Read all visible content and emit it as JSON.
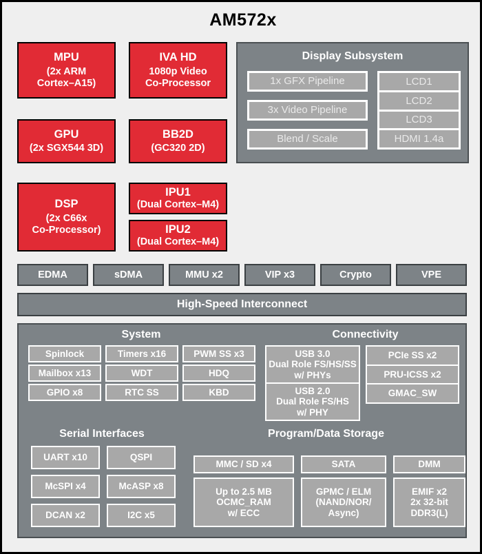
{
  "title": "AM572x",
  "cores": [
    {
      "name": "mpu",
      "title": "MPU",
      "lines": [
        "(2x ARM",
        "Cortex–A15)"
      ]
    },
    {
      "name": "iva-hd",
      "title": "IVA HD",
      "lines": [
        "1080p Video",
        "Co-Processor"
      ]
    },
    {
      "name": "gpu",
      "title": "GPU",
      "lines": [
        "(2x SGX544 3D)"
      ]
    },
    {
      "name": "bb2d",
      "title": "BB2D",
      "lines": [
        "(GC320 2D)"
      ]
    },
    {
      "name": "dsp",
      "title": "DSP",
      "lines": [
        "(2x C66x",
        "Co-Processor)"
      ]
    },
    {
      "name": "ipu1",
      "title": "IPU1",
      "lines": [
        "(Dual Cortex–M4)"
      ]
    },
    {
      "name": "ipu2",
      "title": "IPU2",
      "lines": [
        "(Dual Cortex–M4)"
      ]
    }
  ],
  "display_subsystem": {
    "title": "Display Subsystem",
    "pipelines": [
      "1x GFX Pipeline",
      "3x Video Pipeline",
      "Blend / Scale"
    ],
    "outputs": [
      "LCD1",
      "LCD2",
      "LCD3",
      "HDMI 1.4a"
    ]
  },
  "utility_blocks": [
    "EDMA",
    "sDMA",
    "MMU x2",
    "VIP x3",
    "Crypto",
    "VPE"
  ],
  "interconnect": "High-Speed Interconnect",
  "system": {
    "title": "System",
    "blocks": [
      "Spinlock",
      "Timers x16",
      "PWM SS x3",
      "Mailbox x13",
      "WDT",
      "HDQ",
      "GPIO x8",
      "RTC SS",
      "KBD"
    ]
  },
  "connectivity": {
    "title": "Connectivity",
    "usb": [
      {
        "title": "USB 3.0",
        "lines": [
          "Dual Role FS/HS/SS",
          "w/ PHYs"
        ]
      },
      {
        "title": "USB 2.0",
        "lines": [
          "Dual Role FS/HS",
          "w/ PHY"
        ]
      }
    ],
    "interfaces": [
      "PCIe SS x2",
      "PRU-ICSS x2",
      "GMAC_SW"
    ]
  },
  "serial_interfaces": {
    "title": "Serial Interfaces",
    "blocks": [
      "UART x10",
      "QSPI",
      "McSPI x4",
      "McASP x8",
      "DCAN x2",
      "I2C x5"
    ]
  },
  "storage": {
    "title": "Program/Data Storage",
    "top_row": [
      "MMC / SD x4",
      "SATA",
      "DMM"
    ],
    "bottom_row": [
      {
        "lines": [
          "Up to 2.5 MB",
          "OCMC_RAM",
          "w/ ECC"
        ]
      },
      {
        "lines": [
          "GPMC / ELM",
          "(NAND/NOR/",
          "Async)"
        ]
      },
      {
        "lines": [
          "EMIF x2",
          "2x 32-bit",
          "DDR3(L)"
        ]
      }
    ]
  },
  "colors": {
    "core_red": "#e12b35",
    "panel_gray": "#7d8387",
    "subblock_gray": "#a8a8a8",
    "background": "#efefef",
    "frame_border": "#000000",
    "text_light": "#ffffff"
  }
}
